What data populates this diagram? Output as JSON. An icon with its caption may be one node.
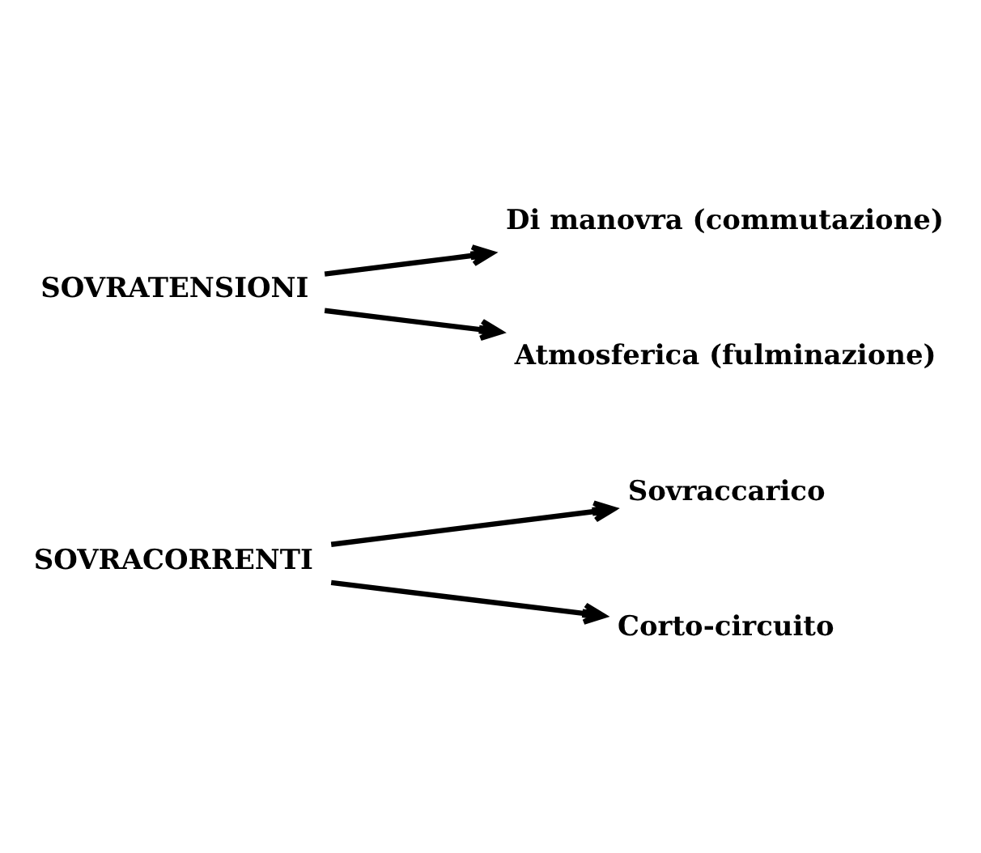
{
  "diagram": {
    "nodes": [
      {
        "text": [
          "SOVRACORRENTI"
        ]
      },
      {
        "text": [
          "Sovraccarico"
        ]
      },
      {
        "text": [
          "Corto-circuito"
        ]
      },
      {
        "text": [
          "SOVRATENSIONI"
        ]
      },
      {
        "text": [
          "Di manovra (commutazione)"
        ]
      },
      {
        "text": [
          "Atmosferica (fulminazione)"
        ]
      }
    ],
    "edges": [
      {
        "from": 0,
        "to": 1,
        "arrow": "to"
      },
      {
        "from": 0,
        "to": 2,
        "arrow": "to"
      },
      {
        "from": 3,
        "to": 4,
        "arrow": "to"
      },
      {
        "from": 3,
        "to": 5,
        "arrow": "to"
      }
    ]
  }
}
